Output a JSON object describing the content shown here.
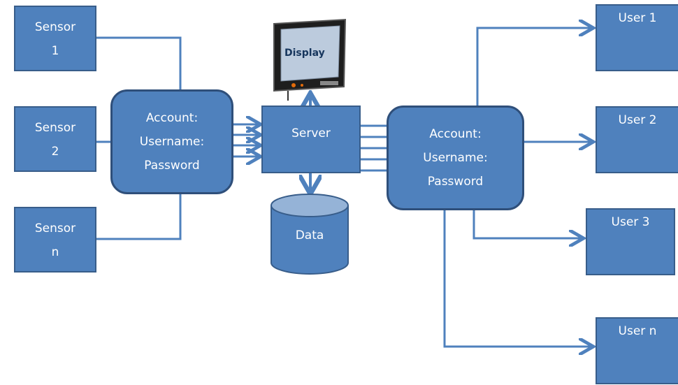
{
  "sensors": [
    {
      "line1": "Sensor",
      "line2": "1"
    },
    {
      "line1": "Sensor",
      "line2": "2"
    },
    {
      "line1": "Sensor",
      "line2": "n"
    }
  ],
  "left_account": {
    "line1": "Account:",
    "line2": "Username:",
    "line3": "Password"
  },
  "right_account": {
    "line1": "Account:",
    "line2": "Username:",
    "line3": "Password"
  },
  "server": {
    "label": "Server"
  },
  "display": {
    "label": "Display"
  },
  "data_store": {
    "label": "Data"
  },
  "users": [
    {
      "label": "User 1"
    },
    {
      "label": "User 2"
    },
    {
      "label": "User 3"
    },
    {
      "label": "User n"
    }
  ],
  "colors": {
    "box_fill": "#4f81bd",
    "box_border": "#385d8a",
    "connector": "#4f81bd",
    "text": "#ffffff"
  }
}
